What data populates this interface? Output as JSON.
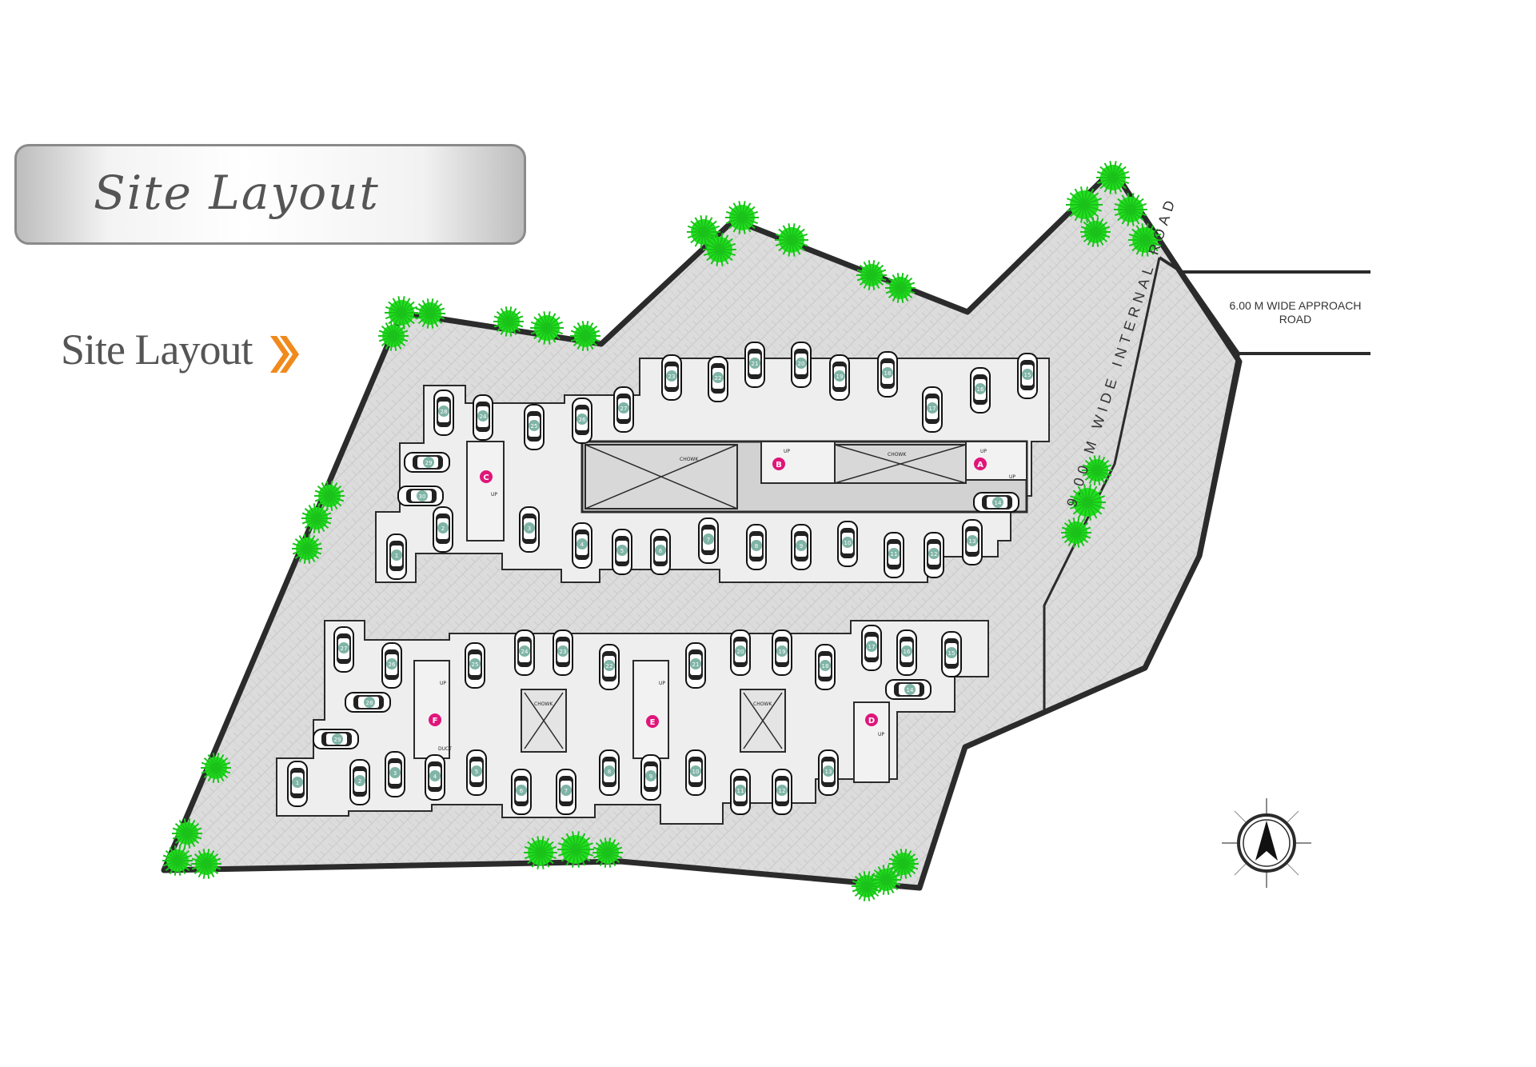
{
  "title": "Site Layout",
  "logo": {
    "text": "Site Layout",
    "arrow_color": "#f08a1c"
  },
  "roads": {
    "approach": {
      "line1": "6.00 M WIDE APPROACH",
      "line2": "ROAD"
    },
    "internal": "9.00 M WIDE INTERNAL ROAD"
  },
  "north_arrow": "compass-north-icon",
  "colors": {
    "paving": "#dcdcdc",
    "parking": "#efefef",
    "outline": "#2b2b2b",
    "tree": "#22e01f",
    "block_marker": "#e0157a",
    "slot_badge": "#7fb4a6",
    "core": "#cfcfcf"
  },
  "blocks": [
    "A",
    "B",
    "C",
    "D",
    "E",
    "F"
  ],
  "core_labels": {
    "chowk": "CHOWK",
    "up": "UP",
    "duct": "DUCT"
  },
  "parking_slots": {
    "north_wing": {
      "top_row": [
        "23",
        "22",
        "21",
        "20",
        "19",
        "18",
        "17",
        "16",
        "15",
        "14",
        "13"
      ],
      "bottom_row": [
        "1",
        "2",
        "3",
        "4",
        "5",
        "6",
        "7",
        "8",
        "9",
        "10",
        "11",
        "12",
        "13"
      ],
      "west": [
        "28",
        "29",
        "30",
        "27",
        "26",
        "25",
        "24"
      ]
    },
    "south_wing": {
      "west_row": [
        "1",
        "2",
        "3",
        "4",
        "5"
      ],
      "middle_row": [
        "6",
        "7",
        "8",
        "9",
        "10",
        "11",
        "12",
        "13"
      ],
      "top_row": [
        "27",
        "26",
        "25",
        "24",
        "23",
        "22",
        "21",
        "20",
        "19",
        "18",
        "17",
        "16",
        "15",
        "14"
      ]
    }
  }
}
